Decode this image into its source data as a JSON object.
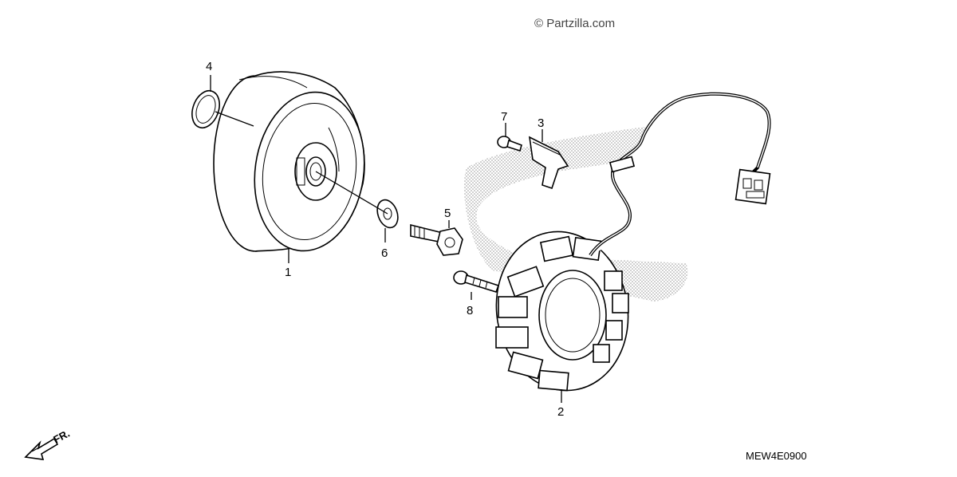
{
  "watermark": "© Partzilla.com",
  "diagram_code": "MEW4E0900",
  "front_label": "FR.",
  "callouts": {
    "c1": "1",
    "c2": "2",
    "c3": "3",
    "c4": "4",
    "c5": "5",
    "c6": "6",
    "c7": "7",
    "c8": "8"
  }
}
